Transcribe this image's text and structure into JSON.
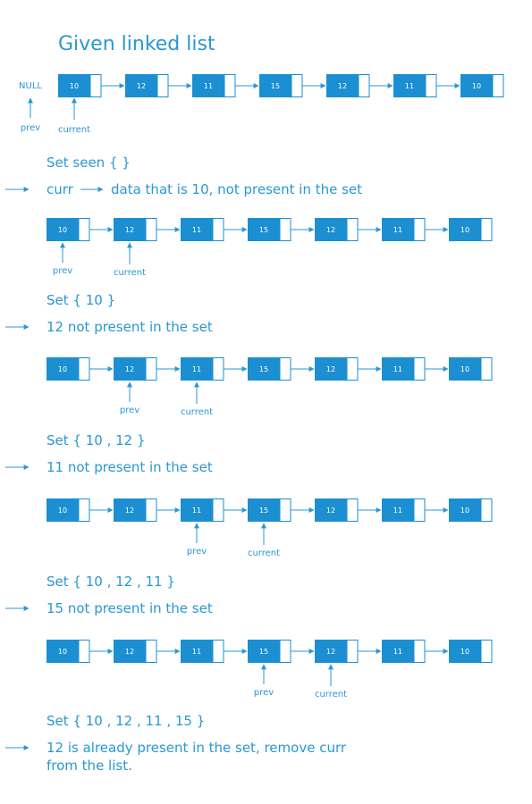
{
  "title": "Given linked list",
  "colors": {
    "primary": "#2a97d4",
    "node_fill": "#1b8fd1",
    "background": "#ffffff"
  },
  "first_list": {
    "values": [
      "10",
      "12",
      "11",
      "15",
      "12",
      "11",
      "10"
    ],
    "null_label": "NULL",
    "prev_label": "prev",
    "current_label": "current"
  },
  "steps": [
    {
      "set_text": "Set seen  {      }",
      "note_lines": [
        "curr",
        "data that is 10, not present in the set"
      ],
      "values": [
        "10",
        "12",
        "11",
        "15",
        "12",
        "11",
        "10"
      ],
      "prev_label": "prev",
      "current_label": "current",
      "prev_index": 0,
      "current_index": 1
    },
    {
      "set_text": "Set  { 10 }",
      "note_lines": [
        "12 not present in the set"
      ],
      "values": [
        "10",
        "12",
        "11",
        "15",
        "12",
        "11",
        "10"
      ],
      "prev_label": "prev",
      "current_label": "current",
      "prev_index": 1,
      "current_index": 2
    },
    {
      "set_text": "Set  { 10 , 12 }",
      "note_lines": [
        "11 not present in the set"
      ],
      "values": [
        "10",
        "12",
        "11",
        "15",
        "12",
        "11",
        "10"
      ],
      "prev_label": "prev",
      "current_label": "current",
      "prev_index": 2,
      "current_index": 3
    },
    {
      "set_text": "Set  { 10 , 12 , 11 }",
      "note_lines": [
        "15 not present in the set"
      ],
      "values": [
        "10",
        "12",
        "11",
        "15",
        "12",
        "11",
        "10"
      ],
      "prev_label": "prev",
      "current_label": "current",
      "prev_index": 3,
      "current_index": 4
    },
    {
      "set_text": "Set   { 10 , 12 , 11 , 15 }",
      "note_lines": [
        "12 is already present in the set, remove curr",
        "from the list."
      ]
    }
  ]
}
